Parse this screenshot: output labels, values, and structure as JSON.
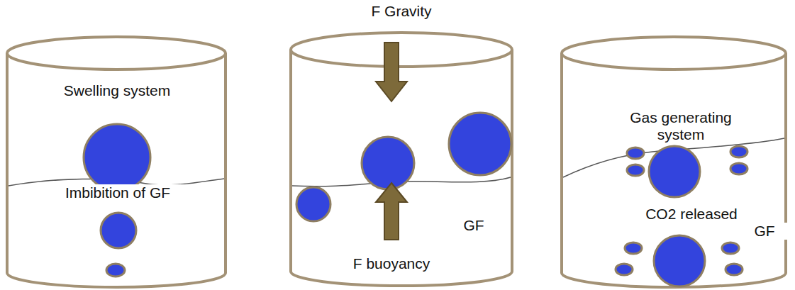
{
  "diagram": {
    "nodes": [
      {
        "text": [
          "Swelling system",
          "Imbibition of GF"
        ]
      },
      {
        "text": [
          "F Gravity",
          "F buoyancy",
          "GF"
        ]
      },
      {
        "text": [
          "Gas generating system",
          "CO2 released",
          "GF"
        ]
      }
    ]
  }
}
